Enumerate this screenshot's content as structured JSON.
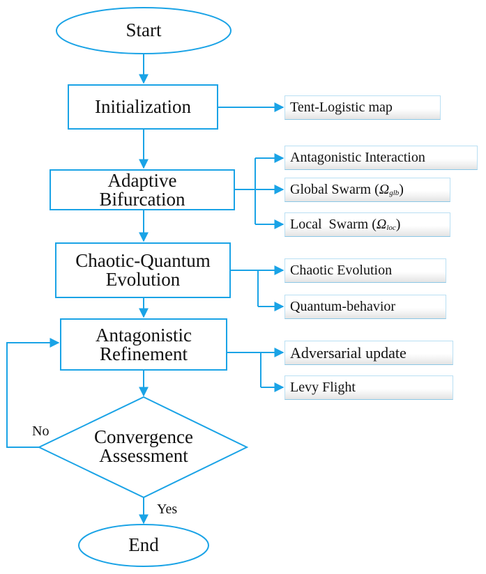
{
  "flowchart": {
    "start": "Start",
    "end": "End",
    "steps": [
      {
        "id": "initialization",
        "lines": [
          "Initialization"
        ]
      },
      {
        "id": "adaptive-bifurcation",
        "lines": [
          "Adaptive",
          "Bifurcation"
        ]
      },
      {
        "id": "chaotic-quantum-evolution",
        "lines": [
          "Chaotic-Quantum",
          "Evolution"
        ]
      },
      {
        "id": "antagonistic-refinement",
        "lines": [
          "Antagonistic",
          "Refinement"
        ]
      }
    ],
    "decision": {
      "lines": [
        "Convergence",
        "Assessment"
      ]
    },
    "branch_no": "No",
    "branch_yes": "Yes",
    "side_boxes": {
      "tent_logistic_map": "Tent-Logistic map",
      "antagonistic_interaction": "Antagonistic Interaction",
      "global_swarm": {
        "text": "Global Swarm (",
        "symbol": "Ω",
        "subscript": "glb",
        "close": ")"
      },
      "local_swarm": {
        "text": "Local  Swarm (",
        "symbol": "Ω",
        "subscript": "loc",
        "close": ")"
      },
      "chaotic_evolution": "Chaotic Evolution",
      "quantum_behavior": "Quantum-behavior",
      "adversarial_update": "Adversarial update",
      "levy_flight": "Levy Flight"
    }
  },
  "colors": {
    "line": "#1aa3e6",
    "side_box_border": "#b9dff3",
    "text": "#111111"
  }
}
